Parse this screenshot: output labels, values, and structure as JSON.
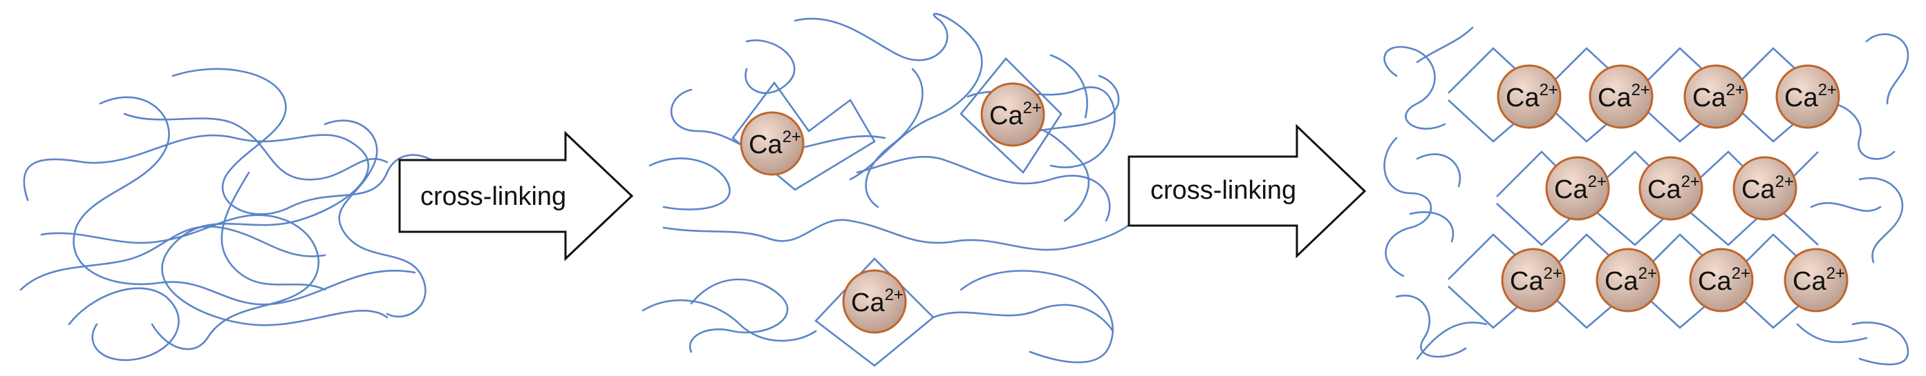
{
  "stages": [
    {
      "name": "linear-polymer",
      "ions": []
    },
    {
      "name": "partially-crosslinked",
      "ion_label": "Ca",
      "ion_charge": "2+",
      "ion_count": 3
    },
    {
      "name": "fully-crosslinked",
      "ion_label": "Ca",
      "ion_charge": "2+",
      "ion_count": 11
    }
  ],
  "arrows": [
    {
      "label": "cross-linking"
    },
    {
      "label": "cross-linking"
    }
  ],
  "colors": {
    "polymer_chain": "#5b85c9",
    "ion_fill_light": "#f3ddd0",
    "ion_fill_dark": "#b89a8c",
    "ion_border": "#c0652a",
    "arrow_border": "#111111"
  }
}
